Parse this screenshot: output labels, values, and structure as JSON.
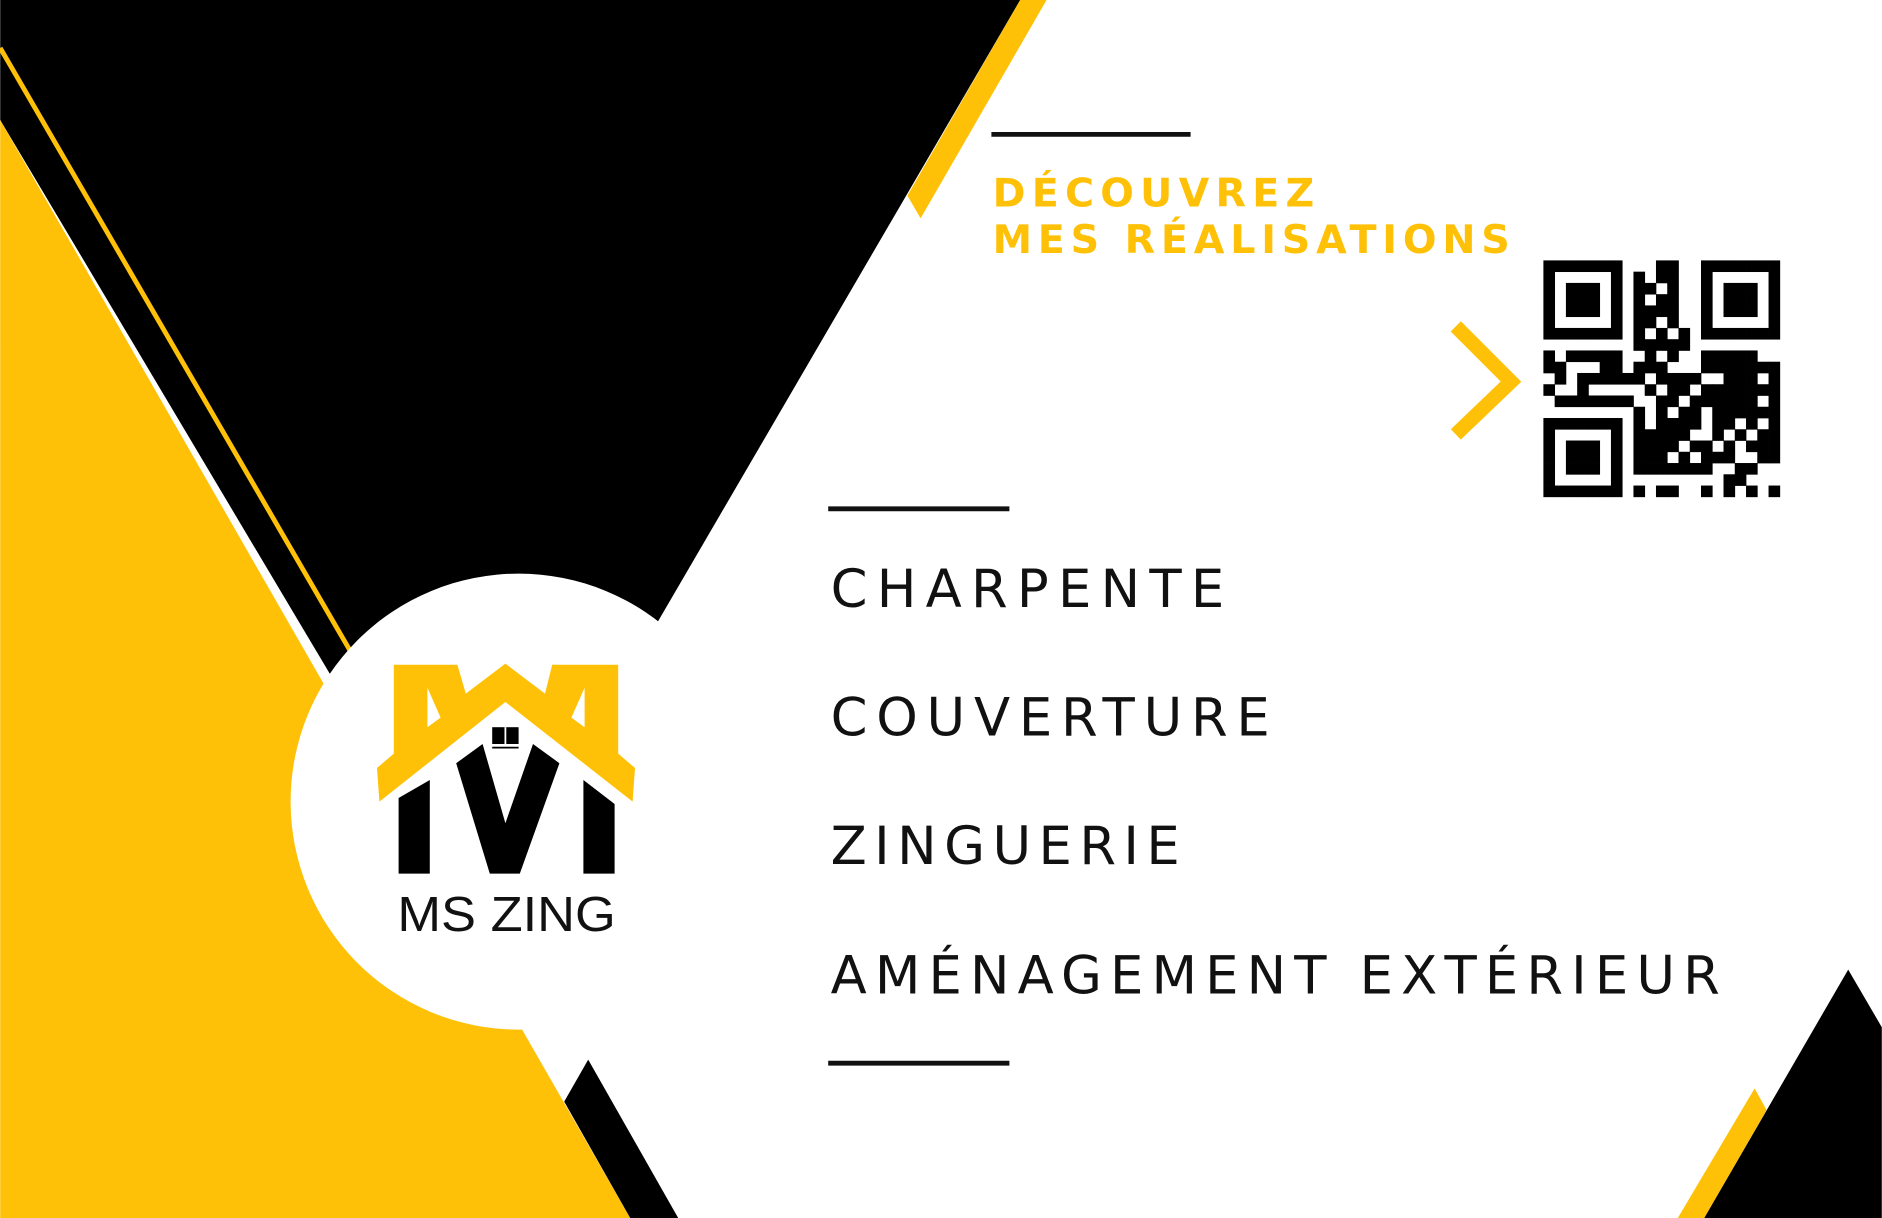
{
  "colors": {
    "accent": "#FFC107",
    "dark": "#000000",
    "background": "#FFFFFF"
  },
  "logo": {
    "name": "MS ZING"
  },
  "cta": {
    "line1": "DÉCOUVREZ",
    "line2": "MES RÉALISATIONS",
    "icon": "chevron-right-icon"
  },
  "services": [
    {
      "label": "CHARPENTE"
    },
    {
      "label": "COUVERTURE"
    },
    {
      "label": "ZINGUERIE"
    },
    {
      "label": "AMÉNAGEMENT EXTÉRIEUR"
    }
  ]
}
